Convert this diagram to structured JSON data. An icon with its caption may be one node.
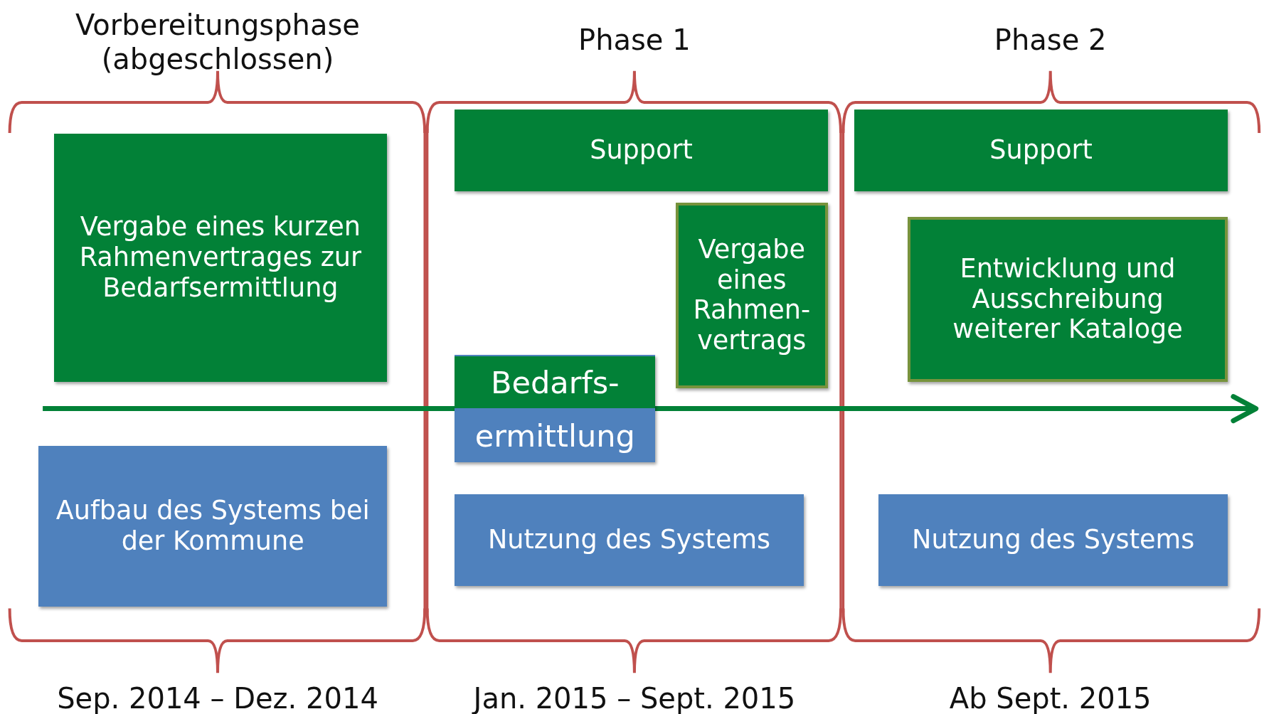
{
  "diagram": {
    "nodes": [
      {
        "text": [
          "Vergabe eines kurzen Rahmenvertrages zur Bedarfsermittlung"
        ]
      },
      {
        "text": [
          "Aufbau des Systems bei der Kommune"
        ]
      },
      {
        "text": [
          "Support"
        ]
      },
      {
        "text": [
          "Vergabe eines Rahmen- vertrags"
        ]
      },
      {
        "text": [
          "Bedarfs- ermittlung"
        ]
      },
      {
        "text": [
          "Nutzung des Systems"
        ]
      },
      {
        "text": [
          "Support"
        ]
      },
      {
        "text": [
          "Entwicklung und Ausschreibung weiterer Kataloge"
        ]
      },
      {
        "text": [
          "Nutzung des Systems"
        ]
      }
    ],
    "edges": [],
    "labels": [
      "Vorbereitungsphase (abgeschlossen)",
      "Phase 1",
      "Phase 2",
      "Sep. 2014 – Dez. 2014",
      "Jan. 2015 – Sept. 2015",
      "Ab Sept. 2015"
    ]
  }
}
